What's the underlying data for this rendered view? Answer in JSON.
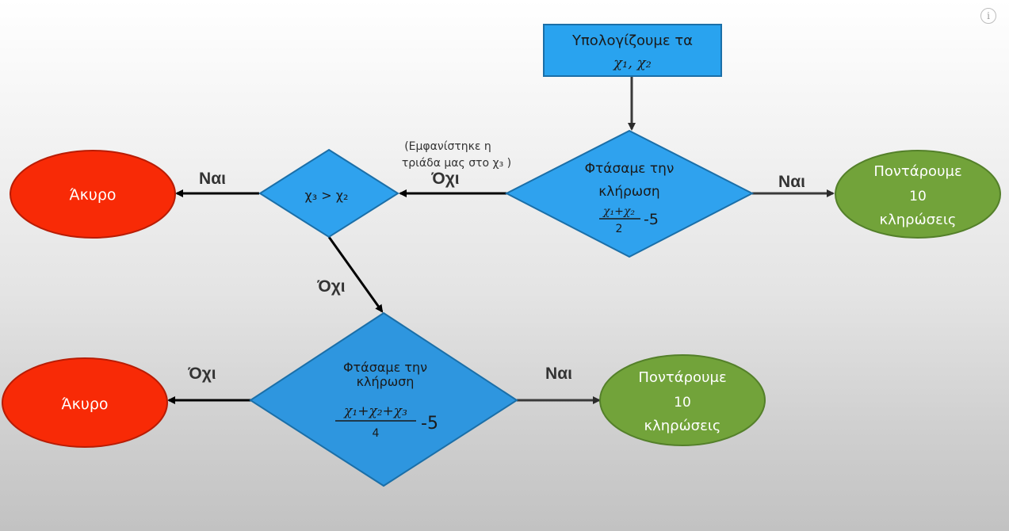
{
  "nodes": {
    "start": {
      "line1": "Υπολογίζουμε τα",
      "line2": "χ₁, χ₂"
    },
    "decision1": {
      "line1": "Φτάσαμε την",
      "line2": "κλήρωση",
      "numerator": "χ₁+χ₂",
      "denominator": "2",
      "suffix": "-5"
    },
    "decision2": {
      "text": "χ₃ > χ₂"
    },
    "decision3": {
      "line1": "Φτάσαμε την",
      "line2": "κλήρωση",
      "numerator": "χ₁+χ₂+χ₃",
      "denominator": "4",
      "suffix": "-5"
    },
    "end_bet_top": {
      "line1": "Ποντάρουμε",
      "line2": "10",
      "line3": "κληρώσεις"
    },
    "end_bet_bottom": {
      "line1": "Ποντάρουμε",
      "line2": "10",
      "line3": "κληρώσεις"
    },
    "end_void_top": {
      "text": "Άκυρο"
    },
    "end_void_bottom": {
      "text": "Άκυρο"
    }
  },
  "edges": {
    "d1_yes": "Ναι",
    "d1_no": "Όχι",
    "d1_no_note_line1": "(Εμφανίστηκε η",
    "d1_no_note_line2": "τριάδα μας στο χ₃ )",
    "d2_yes": "Ναι",
    "d2_no": "Όχι",
    "d3_yes": "Ναι",
    "d3_no": "Όχι"
  },
  "info_icon": "i",
  "colors": {
    "process_fill": "#29a3ef",
    "decision_fill": "#2fa2ee",
    "shape_stroke": "#1b6fa8",
    "void_fill": "#f82a06",
    "void_stroke": "#b81c04",
    "bet_fill": "#72a33a",
    "bet_stroke": "#54802a",
    "arrow": "#2b2b2b"
  }
}
